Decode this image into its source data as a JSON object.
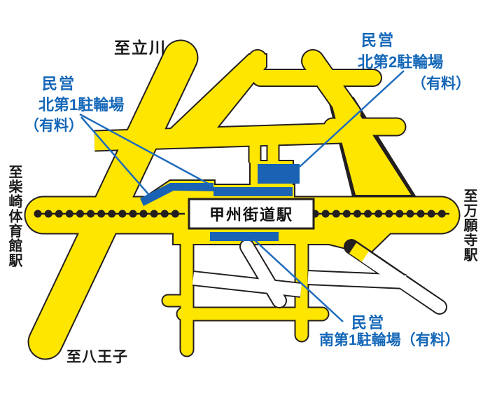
{
  "map": {
    "station": {
      "name": "甲州街道駅"
    },
    "destinations": {
      "tachikawa": "至立川",
      "shibasaki_taiikukan": "至柴崎体育館駅",
      "manganji": "至万願寺駅",
      "hachioji": "至八王子"
    },
    "parking_lots": {
      "north1": {
        "operator": "民営",
        "name": "北第1駐輪場",
        "fee_note": "（有料）"
      },
      "north2": {
        "operator": "民営",
        "name": "北第2駐輪場",
        "fee_note": "（有料）"
      },
      "south1": {
        "operator": "民営",
        "name": "南第1駐輪場（有料）"
      }
    },
    "colors": {
      "road_yellow": "#FFE600",
      "parking_blue": "#1A63B4",
      "label_blue": "#1467B8",
      "leader_blue": "#1E6CBD",
      "road_outline": "#241F1F",
      "railway_black": "#241F1F",
      "background": "#FFFFFF"
    }
  }
}
